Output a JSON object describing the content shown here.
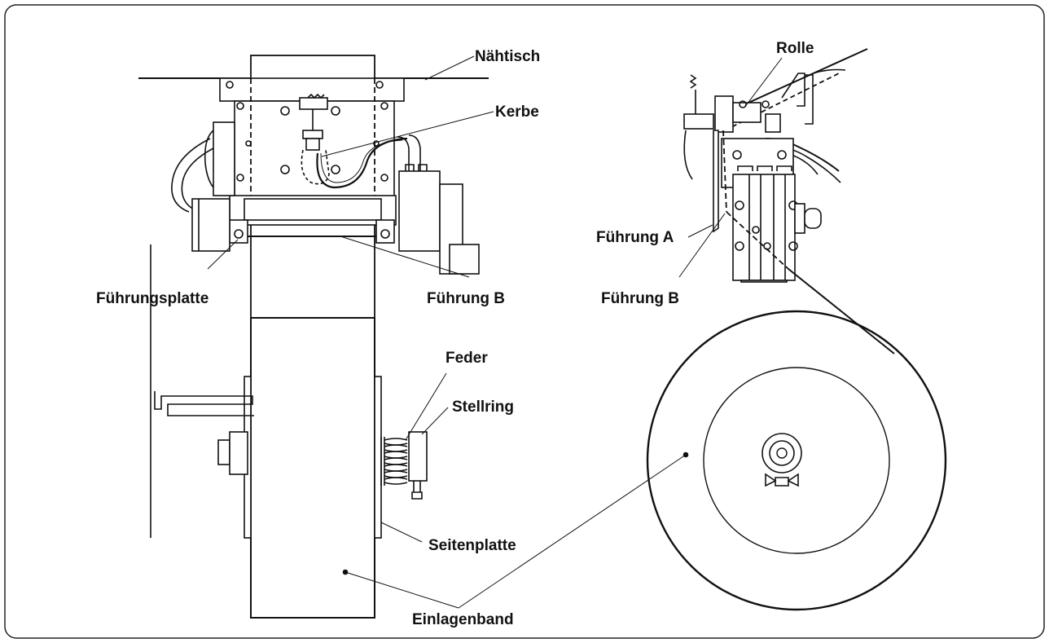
{
  "labels": {
    "naehtisch": "Nähtisch",
    "kerbe": "Kerbe",
    "rolle": "Rolle",
    "fuehrung_a": "Führung A",
    "fuehrung_b_left": "Führung B",
    "fuehrung_b_right": "Führung B",
    "fuehrungsplatte": "Führungsplatte",
    "feder": "Feder",
    "stellring": "Stellring",
    "seitenplatte": "Seitenplatte",
    "einlagenband": "Einlagenband"
  }
}
